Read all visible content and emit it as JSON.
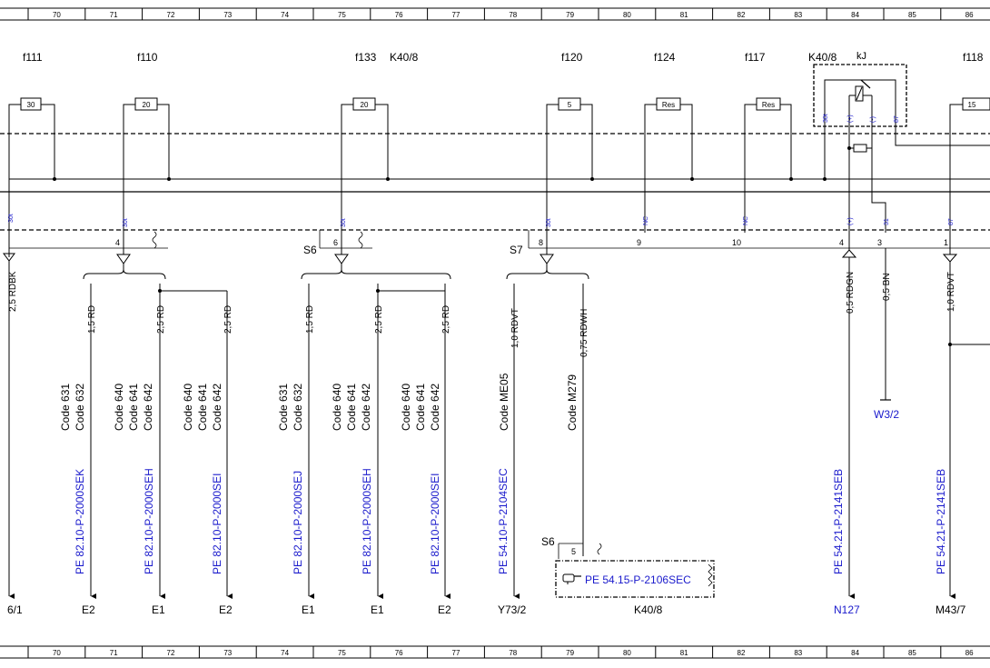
{
  "grid_columns": [
    "70",
    "71",
    "72",
    "73",
    "74",
    "75",
    "76",
    "77",
    "78",
    "79",
    "80",
    "81",
    "82",
    "83",
    "84",
    "85",
    "86"
  ],
  "fuse_labels": [
    {
      "id": "f111",
      "name": "f111",
      "rating": "30",
      "pin": "30t"
    },
    {
      "id": "f110",
      "name": "f110",
      "rating": "20",
      "pin": "30t"
    },
    {
      "id": "f133",
      "name": "f133",
      "rating": "20",
      "pin": "30t"
    },
    {
      "id": "f120",
      "name": "f120",
      "rating": "5",
      "pin": "30t"
    },
    {
      "id": "f124",
      "name": "f124",
      "rating": "Res",
      "pin": "NC"
    },
    {
      "id": "f117",
      "name": "f117",
      "rating": "Res",
      "pin": "NC"
    },
    {
      "id": "f118",
      "name": "f118",
      "rating": "15",
      "pin": "87"
    }
  ],
  "module_labels": {
    "k40_8_a": "K40/8",
    "k40_8_b": "K40/8",
    "k40_8_bottom": "K40/8",
    "relay": "kJ"
  },
  "relay_pins": [
    "30t",
    "(+)",
    "(-)",
    "87"
  ],
  "lower_pins": {
    "p1": "(+)",
    "p2": "31"
  },
  "connector_numbers": {
    "n4a": "4",
    "n6": "6",
    "n8": "8",
    "n9": "9",
    "n10": "10",
    "n4b": "4",
    "n3": "3",
    "n1": "1",
    "n5": "5"
  },
  "splices": {
    "s6": "S6",
    "s7": "S7",
    "s6_bottom": "S6"
  },
  "wires": [
    {
      "id": "w0",
      "label": "2,5 RDBK"
    },
    {
      "id": "w1",
      "label": "1,5 RD"
    },
    {
      "id": "w2",
      "label": "2,5 RD"
    },
    {
      "id": "w3",
      "label": "2,5 RD"
    },
    {
      "id": "w4",
      "label": "1,5 RD"
    },
    {
      "id": "w5",
      "label": "2,5 RD"
    },
    {
      "id": "w6",
      "label": "2,5 RD"
    },
    {
      "id": "w7",
      "label": "1,0 RDVT"
    },
    {
      "id": "w8",
      "label": "0,75 RDWH"
    },
    {
      "id": "w9",
      "label": "0,5 RDGN"
    },
    {
      "id": "w10",
      "label": "0,5 BN"
    },
    {
      "id": "w11",
      "label": "1,0 RDVT"
    }
  ],
  "codes": [
    {
      "id": "c1",
      "lines": [
        "Code 631",
        "Code 632"
      ]
    },
    {
      "id": "c2",
      "lines": [
        "Code 640",
        "Code 641",
        "Code 642"
      ]
    },
    {
      "id": "c3",
      "lines": [
        "Code 640",
        "Code 641",
        "Code 642"
      ]
    },
    {
      "id": "c4",
      "lines": [
        "Code 631",
        "Code 632"
      ]
    },
    {
      "id": "c5",
      "lines": [
        "Code 640",
        "Code 641",
        "Code 642"
      ]
    },
    {
      "id": "c6",
      "lines": [
        "Code 640",
        "Code 641",
        "Code 642"
      ]
    },
    {
      "id": "c7",
      "lines": [
        "Code ME05"
      ]
    },
    {
      "id": "c8",
      "lines": [
        "Code M279"
      ]
    }
  ],
  "references": [
    {
      "id": "r1",
      "text": "PE 82.10-P-2000SEK"
    },
    {
      "id": "r2",
      "text": "PE 82.10-P-2000SEH"
    },
    {
      "id": "r3",
      "text": "PE 82.10-P-2000SEI"
    },
    {
      "id": "r4",
      "text": "PE 82.10-P-2000SEJ"
    },
    {
      "id": "r5",
      "text": "PE 82.10-P-2000SEH"
    },
    {
      "id": "r6",
      "text": "PE 82.10-P-2000SEI"
    },
    {
      "id": "r7",
      "text": "PE 54.10-P-2104SEC"
    },
    {
      "id": "r8",
      "text": "PE 54.21-P-2141SEB"
    },
    {
      "id": "r9",
      "text": "PE 54.21-P-2141SEB"
    }
  ],
  "ref_box": {
    "text": "PE 54.15-P-2106SEC",
    "icon": "pointing-hand-icon"
  },
  "ground_label": "W3/2",
  "destinations": [
    {
      "id": "d0",
      "text": "6/1"
    },
    {
      "id": "d1",
      "text": "E2"
    },
    {
      "id": "d2",
      "text": "E1"
    },
    {
      "id": "d3",
      "text": "E2"
    },
    {
      "id": "d4",
      "text": "E1"
    },
    {
      "id": "d5",
      "text": "E1"
    },
    {
      "id": "d6",
      "text": "E2"
    },
    {
      "id": "d7",
      "text": "Y73/2"
    },
    {
      "id": "d8",
      "text": "N127"
    },
    {
      "id": "d9",
      "text": "M43/7"
    }
  ]
}
